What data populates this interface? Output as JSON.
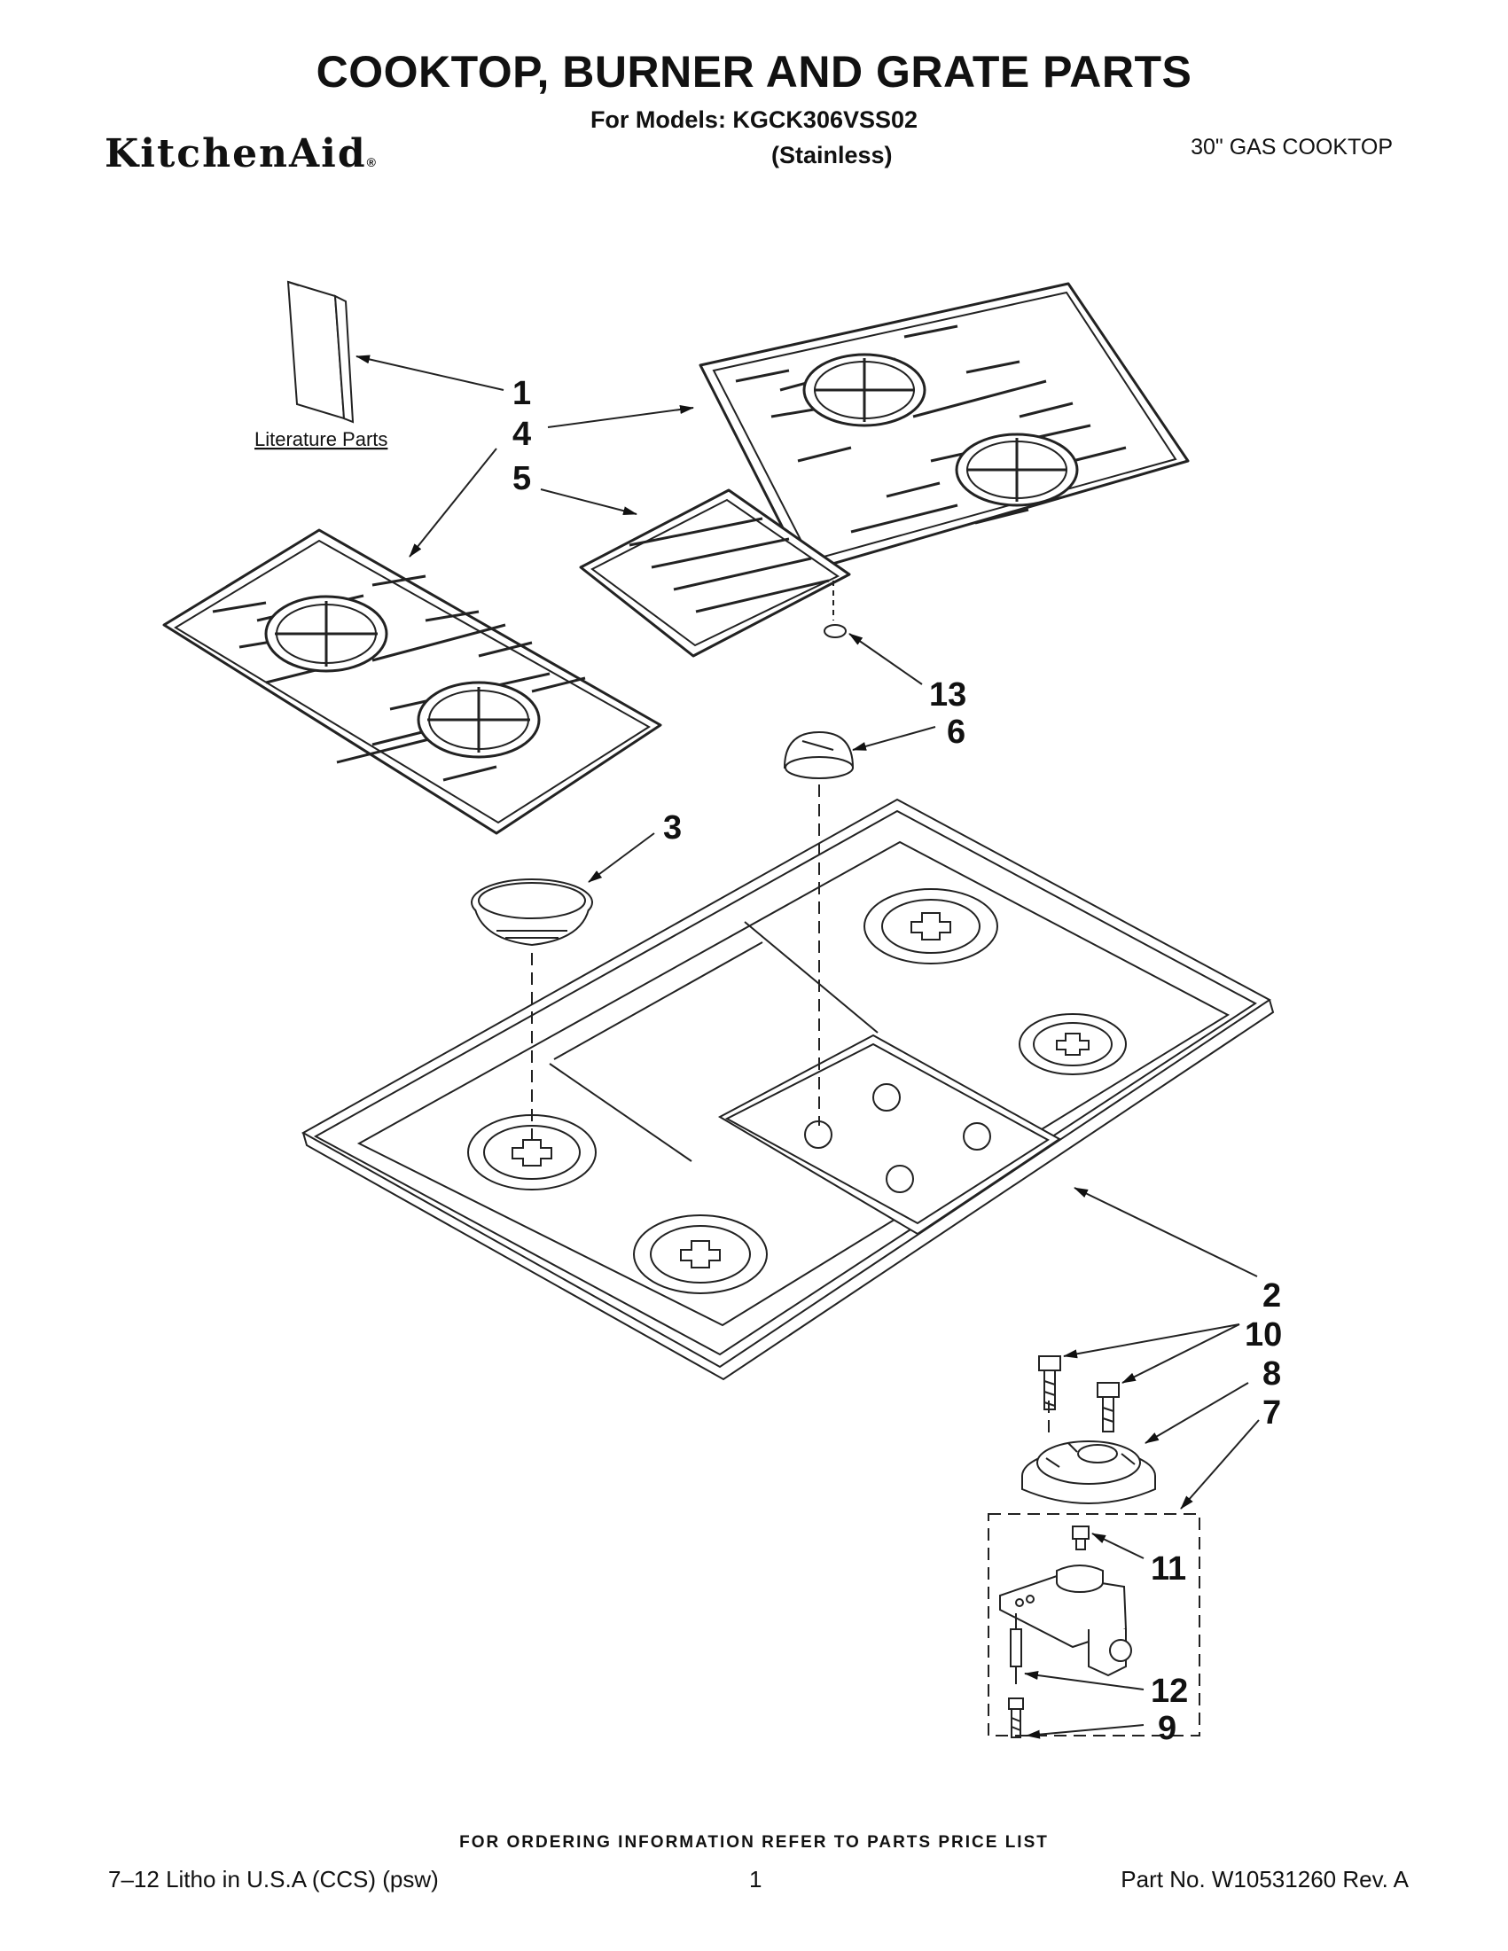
{
  "header": {
    "title": "COOKTOP, BURNER AND GRATE PARTS",
    "models_line": "For Models: KGCK306VSS02",
    "color_note": "(Stainless)",
    "brand": "KitchenAid",
    "brand_mark": "®",
    "product_type": "30\" GAS COOKTOP"
  },
  "diagram": {
    "literature_label": "Literature Parts",
    "callouts": {
      "c1": "1",
      "c2": "2",
      "c3": "3",
      "c4": "4",
      "c5": "5",
      "c6": "6",
      "c7": "7",
      "c8": "8",
      "c9": "9",
      "c10": "10",
      "c11": "11",
      "c12": "12",
      "c13": "13"
    }
  },
  "footer": {
    "ordering_info": "FOR ORDERING INFORMATION REFER TO PARTS PRICE LIST",
    "litho": "7–12 Litho in U.S.A (CCS) (psw)",
    "page_number": "1",
    "part_number": "Part No. W10531260 Rev. A"
  }
}
